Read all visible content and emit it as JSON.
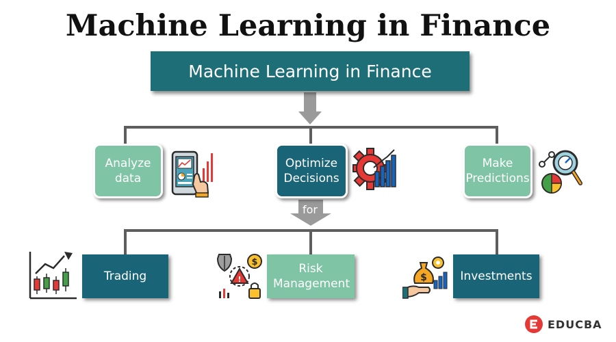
{
  "title": "Machine Learning in Finance",
  "top_box": "Machine Learning in Finance",
  "connector_label": "for",
  "middle": [
    {
      "label": "Analyze data",
      "icon": "tablet-chart-icon"
    },
    {
      "label": "Optimize Decisions",
      "icon": "gear-chart-icon"
    },
    {
      "label": "Make Predictions",
      "icon": "analytics-magnifier-icon"
    }
  ],
  "bottom": [
    {
      "label": "Trading",
      "icon": "candlestick-chart-icon"
    },
    {
      "label": "Risk Management",
      "icon": "risk-shield-icon"
    },
    {
      "label": "Investments",
      "icon": "money-bag-hand-icon"
    }
  ],
  "brand": "EDUCBA",
  "colors": {
    "dark": "#1a6478",
    "light": "#7fc4a4",
    "header": "#1e6e78",
    "connector": "#5e5e5e"
  }
}
